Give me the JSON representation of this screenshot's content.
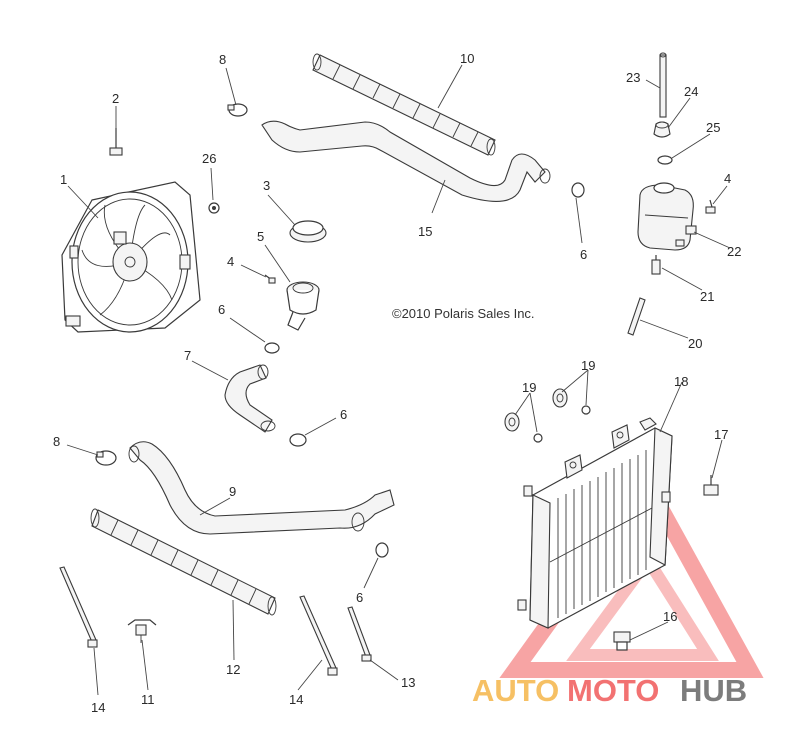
{
  "copyright": "©2010 Polaris Sales Inc.",
  "callouts": [
    "1",
    "2",
    "3",
    "4",
    "4",
    "5",
    "6",
    "6",
    "6",
    "6",
    "7",
    "8",
    "8",
    "9",
    "10",
    "11",
    "12",
    "13",
    "14",
    "14",
    "15",
    "16",
    "17",
    "18",
    "19",
    "19",
    "20",
    "21",
    "22",
    "23",
    "24",
    "25",
    "26"
  ],
  "watermark": {
    "part1": "AUTO",
    "part2": "MOTO",
    "part3": "HUB",
    "colors": {
      "auto": "#f5b64a",
      "moto": "#f05a5a",
      "hub": "#6e6e6e"
    }
  }
}
